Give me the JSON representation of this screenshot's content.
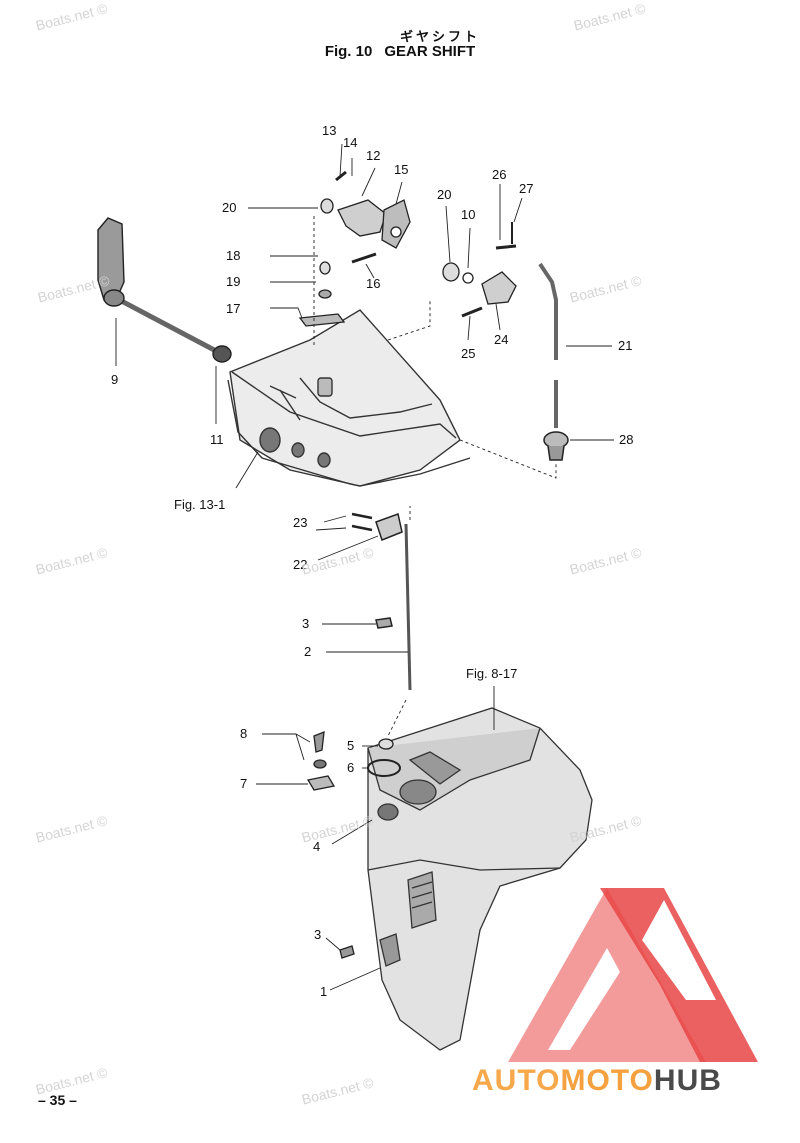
{
  "header": {
    "title_jp": "ギヤシフト",
    "fig_label": "Fig. 10",
    "title_en": "GEAR SHIFT"
  },
  "references": {
    "fig13": "Fig. 13-1",
    "fig8": "Fig. 8-17"
  },
  "callouts": {
    "c13": "13",
    "c14": "14",
    "c12": "12",
    "c15": "15",
    "c20a": "20",
    "c20b": "20",
    "c10": "10",
    "c26": "26",
    "c27": "27",
    "c18": "18",
    "c19": "19",
    "c17": "17",
    "c16": "16",
    "c9": "9",
    "c11": "11",
    "c24": "24",
    "c25": "25",
    "c21": "21",
    "c28": "28",
    "c23": "23",
    "c22": "22",
    "c3a": "3",
    "c2": "2",
    "c8": "8",
    "c5": "5",
    "c6": "6",
    "c7": "7",
    "c4": "4",
    "c3b": "3",
    "c1": "1"
  },
  "watermark": "Boats.net ©",
  "page_number": "– 35 –",
  "brand": {
    "part1": "AUTO",
    "part2": "MOTO",
    "part3": "HUB"
  },
  "colors": {
    "brand_red": "#e84545",
    "brand_orange": "#f6a13f",
    "brand_gray": "#4a4a4a"
  }
}
